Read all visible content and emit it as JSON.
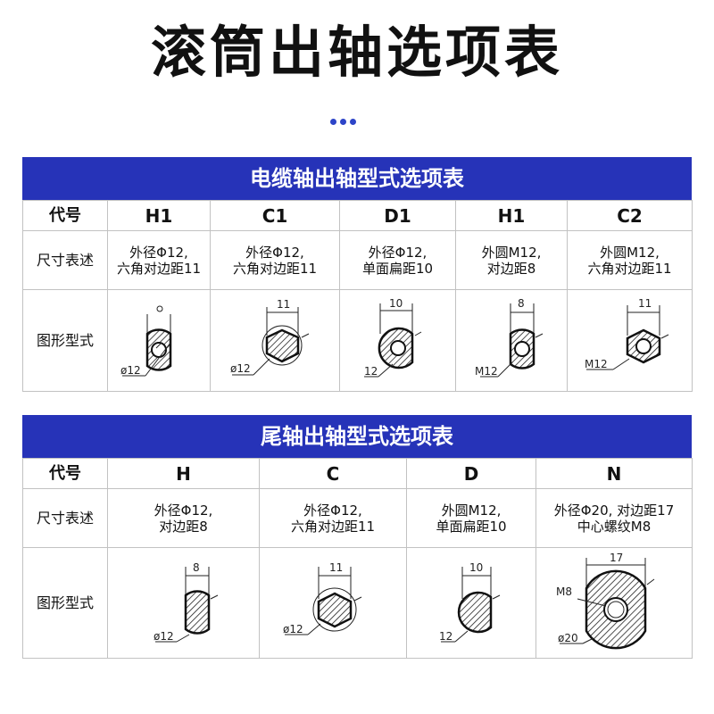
{
  "title": "滚筒出轴选项表",
  "colors": {
    "accent": "#2633b8",
    "dots": "#2d44c8",
    "border": "#c2c2c2"
  },
  "table1": {
    "heading": "电缆轴出轴型式选项表",
    "row_labels": {
      "code": "代号",
      "size": "尺寸表述",
      "figure": "图形型式"
    },
    "columns": [
      {
        "code": "H1",
        "desc1": "外径Φ12,",
        "desc2": "六角对边距11",
        "dim_top": "",
        "dim_side": "ø12"
      },
      {
        "code": "C1",
        "desc1": "外径Φ12,",
        "desc2": "六角对边距11",
        "dim_top": "11",
        "dim_side": "ø12"
      },
      {
        "code": "D1",
        "desc1": "外径Φ12,",
        "desc2": "单面扁距10",
        "dim_top": "10",
        "dim_side": "12"
      },
      {
        "code": "H1",
        "desc1": "外圆M12,",
        "desc2": "对边距8",
        "dim_top": "8",
        "dim_side": "M12"
      },
      {
        "code": "C2",
        "desc1": "外圆M12,",
        "desc2": "六角对边距11",
        "dim_top": "11",
        "dim_side": "M12"
      }
    ]
  },
  "table2": {
    "heading": "尾轴出轴型式选项表",
    "row_labels": {
      "code": "代号",
      "size": "尺寸表述",
      "figure": "图形型式"
    },
    "columns": [
      {
        "code": "H",
        "desc1": "外径Φ12,",
        "desc2": "对边距8",
        "dim_top": "8",
        "dim_side": "ø12"
      },
      {
        "code": "C",
        "desc1": "外径Φ12,",
        "desc2": "六角对边距11",
        "dim_top": "11",
        "dim_side": "ø12"
      },
      {
        "code": "D",
        "desc1": "外圆M12,",
        "desc2": "单面扁距10",
        "dim_top": "10",
        "dim_side": "12"
      },
      {
        "code": "N",
        "desc1": "外径Φ20, 对边距17",
        "desc2": "中心螺纹M8",
        "dim_top": "17",
        "dim_side": "ø20",
        "dim_hole": "M8"
      }
    ]
  }
}
